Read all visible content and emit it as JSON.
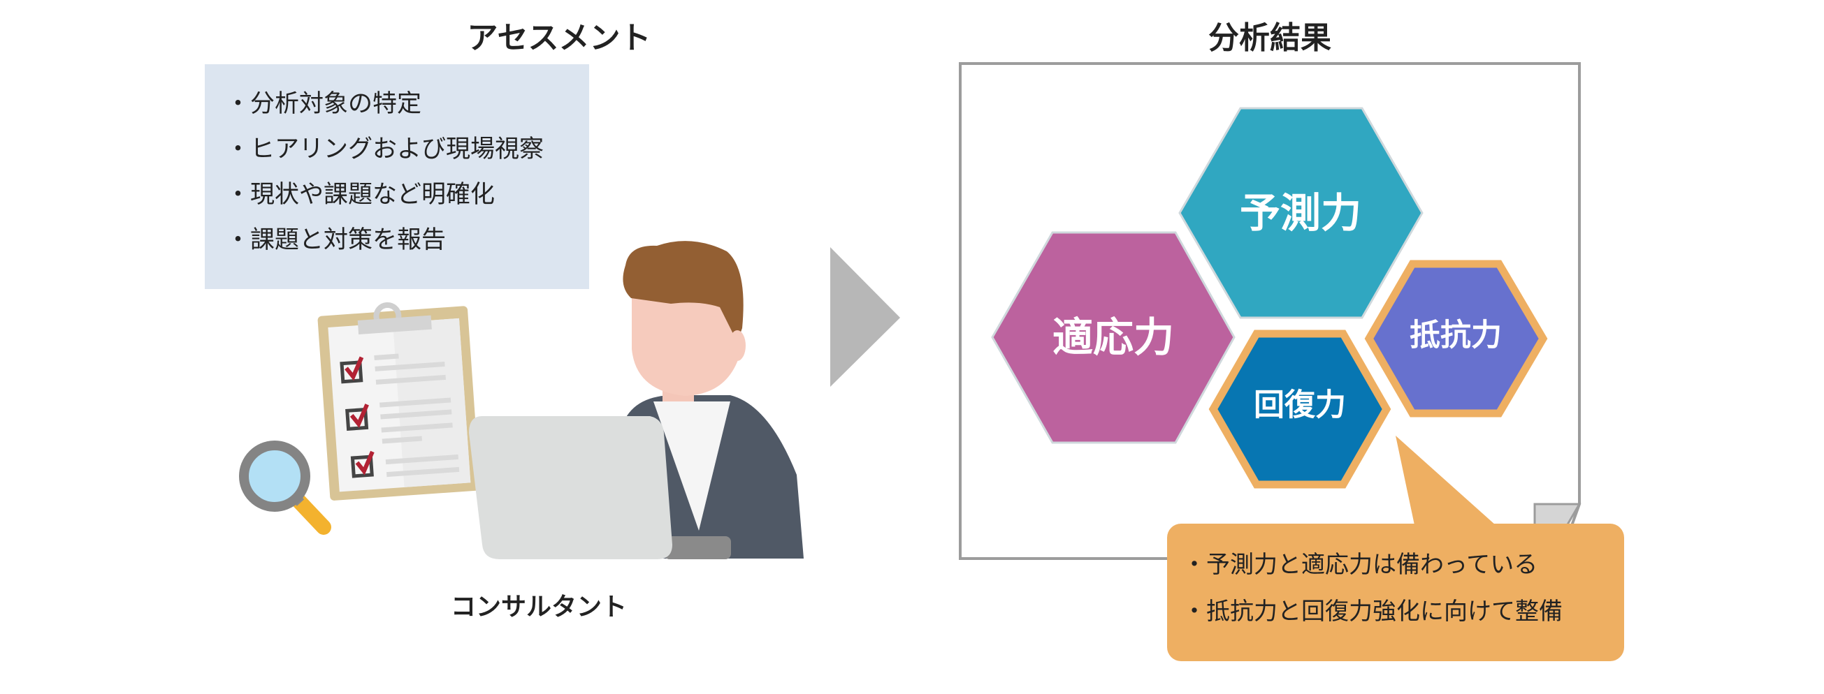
{
  "left": {
    "title": "アセスメント",
    "tasks": [
      "分析対象の特定",
      "ヒアリングおよび現場視察",
      "現状や課題など明確化",
      "課題と対策を報告"
    ],
    "role_label": "コンサルタント",
    "box_color": "#dce5f0"
  },
  "arrow": {
    "color": "#b7b7b7"
  },
  "right": {
    "title": "分析結果",
    "hexagons": [
      {
        "label": "予測力",
        "color": "#30a7c1"
      },
      {
        "label": "適応力",
        "color": "#bc629e"
      },
      {
        "label": "回復力",
        "color": "#0776b2",
        "border": "#eeaf62"
      },
      {
        "label": "抵抗力",
        "color": "#6771ce",
        "border": "#eeaf62"
      }
    ],
    "callout": {
      "lines": [
        "予測力と適応力は備わっている",
        "抵抗力と回復力強化に向けて整備"
      ],
      "color": "#eeaf62"
    }
  }
}
